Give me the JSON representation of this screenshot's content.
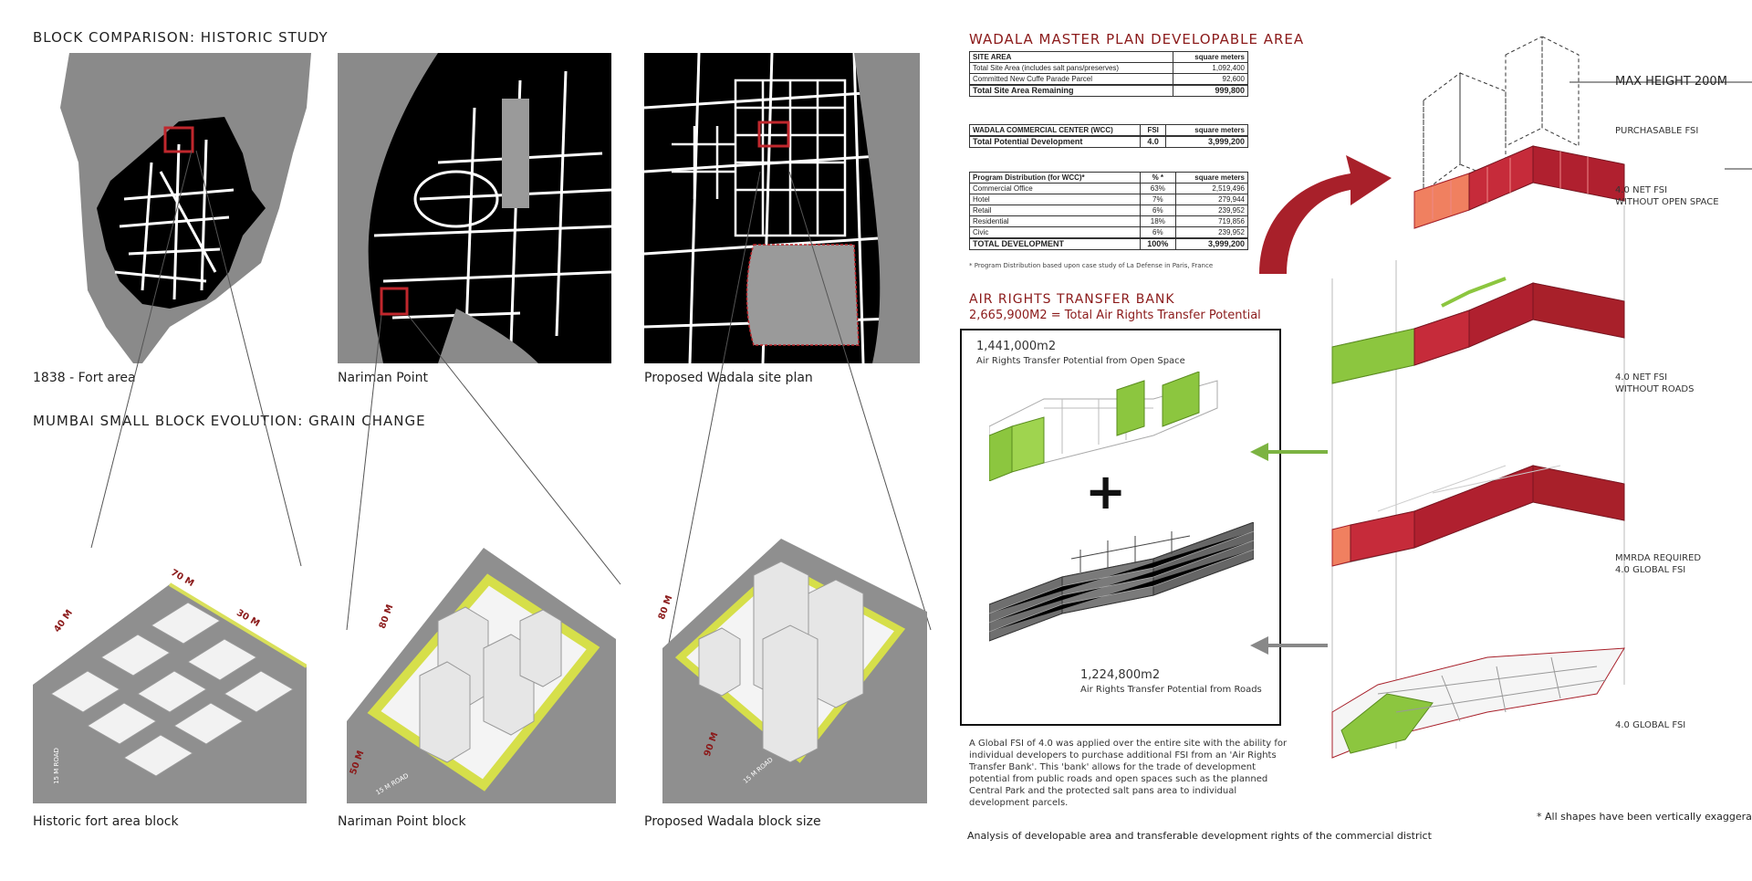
{
  "left": {
    "historic_title": "BLOCK COMPARISON: HISTORIC STUDY",
    "evolution_title": "MUMBAI SMALL BLOCK EVOLUTION: GRAIN CHANGE",
    "maps": [
      {
        "caption": "1838 - Fort area"
      },
      {
        "caption": "Nariman Point"
      },
      {
        "caption": "Proposed Wadala site plan"
      }
    ],
    "blocks": [
      {
        "caption": "Historic fort area block",
        "dims": [
          "40 M",
          "70 M",
          "30 M"
        ],
        "road": "15 M ROAD"
      },
      {
        "caption": "Nariman Point block",
        "dims": [
          "80 M",
          "50 M"
        ],
        "road": "15 M ROAD"
      },
      {
        "caption": "Proposed Wadala block size",
        "dims": [
          "80 M",
          "90 M"
        ],
        "road": "15 M ROAD"
      }
    ]
  },
  "master_plan": {
    "title": "WADALA MASTER PLAN DEVELOPABLE AREA",
    "site_table": {
      "header": [
        "SITE AREA",
        "square meters"
      ],
      "rows": [
        [
          "Total Site Area (includes salt pans/preserves)",
          "1,092,400"
        ],
        [
          "Committed New Cuffe Parade Parcel",
          "92,600"
        ]
      ],
      "total": [
        "Total Site Area Remaining",
        "999,800"
      ]
    },
    "wcc_table": {
      "header": [
        "WADALA COMMERCIAL CENTER (WCC)",
        "FSI",
        "square meters"
      ],
      "total": [
        "Total Potential Development",
        "4.0",
        "3,999,200"
      ]
    },
    "program_table": {
      "header": [
        "Program Distribution (for WCC)*",
        "% *",
        "square meters"
      ],
      "rows": [
        [
          "Commercial Office",
          "63%",
          "2,519,496"
        ],
        [
          "Hotel",
          "7%",
          "279,944"
        ],
        [
          "Retail",
          "6%",
          "239,952"
        ],
        [
          "Residential",
          "18%",
          "719,856"
        ],
        [
          "Civic",
          "6%",
          "239,952"
        ]
      ],
      "total": [
        "TOTAL DEVELOPMENT",
        "100%",
        "3,999,200"
      ]
    },
    "footnote": "* Program Distribution based upon case study of La Defense in Paris, France"
  },
  "air_rights": {
    "title": "AIR RIGHTS TRANSFER BANK",
    "subtitle": "2,665,900M2 = Total Air Rights Transfer Potential",
    "open_space_value": "1,441,000m2",
    "open_space_label": "Air Rights Transfer Potential from Open Space",
    "plus": "+",
    "roads_value": "1,224,800m2",
    "roads_label": "Air Rights Transfer Potential from Roads",
    "description": "A Global FSI of 4.0 was applied over the entire site with the ability for individual developers to purchase additional FSI from an 'Air Rights Transfer Bank'. This 'bank' allows for the trade of development potential from public roads and open spaces such as the planned Central Park and the protected salt pans area to individual development parcels.",
    "analysis_caption": "Analysis of developable area and transferable development rights of the commercial district"
  },
  "stack": {
    "max_height": "MAX HEIGHT 200M",
    "purchasable": "PURCHASABLE FSI",
    "net_open_1": "4.0 NET FSI",
    "net_open_2": "WITHOUT OPEN SPACE",
    "net_roads_1": "4.0 NET FSI",
    "net_roads_2": "WITHOUT ROADS",
    "mmrda_1": "MMRDA REQUIRED",
    "mmrda_2": "4.0 GLOBAL FSI",
    "global": "4.0 GLOBAL FSI",
    "note": "* All shapes have been vertically exaggerated"
  },
  "colors": {
    "red": "#a8202a",
    "green": "#8cc63f",
    "grey": "#8f8f8f",
    "dark_title": "#8b1a1a",
    "yellow": "#e9ef7a"
  }
}
